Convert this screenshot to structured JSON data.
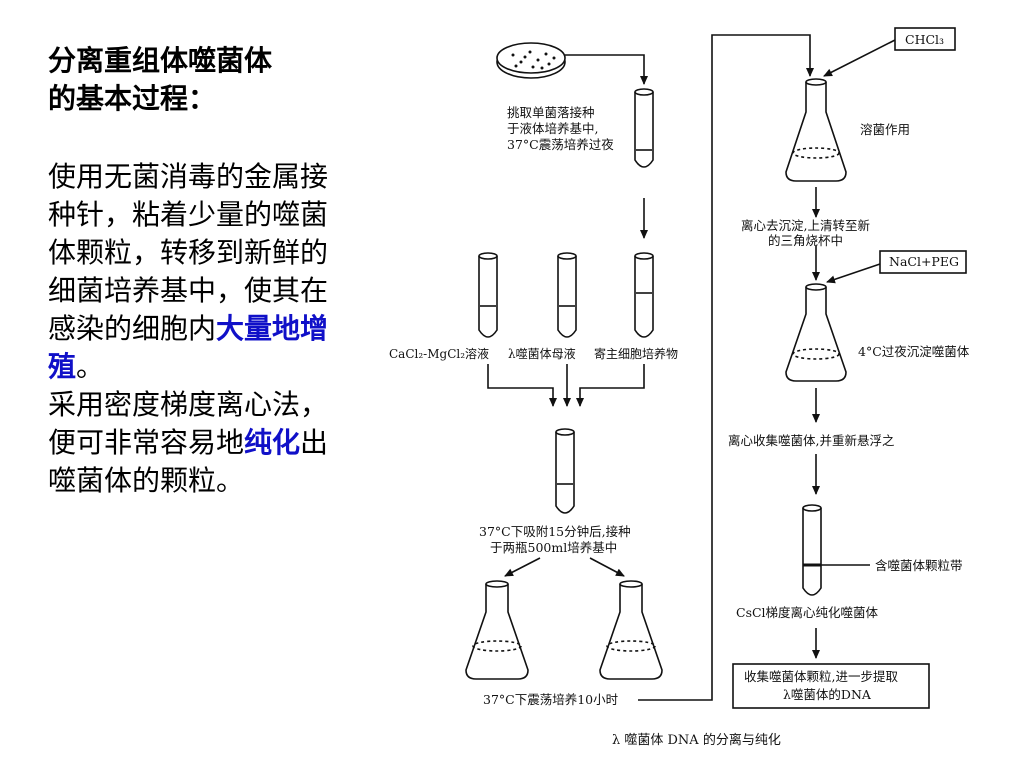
{
  "left": {
    "title_line1": "分离重组体噬菌体",
    "title_line2": "的基本过程：",
    "p1_a": "使用无菌消毒的金属接种针，粘着少量的噬菌体颗粒，转移到新鲜的细菌培养基中，使其在感染的细胞内",
    "p1_hl": "大量地增殖",
    "p1_b": "。",
    "p2_a": "采用密度梯度离心法，便可非常容易地",
    "p2_hl": "纯化",
    "p2_b": "出噬菌体的颗粒。"
  },
  "diagram": {
    "step_pick": [
      "挑取单菌落接种",
      "于液体培养基中,",
      "37°C震荡培养过夜"
    ],
    "tube_labels": [
      "CaCl₂-MgCl₂溶液",
      "λ噬菌体母液",
      "寄主细胞培养物"
    ],
    "step_adsorb": [
      "37°C下吸附15分钟后,接种",
      "于两瓶500ml培养基中"
    ],
    "step_shake": "37°C下震荡培养10小时",
    "reagent1": "CHCl₃",
    "step_lysis": "溶菌作用",
    "step_centrifuge": [
      "离心去沉淀,上清转至新",
      "的三角烧杯中"
    ],
    "reagent2": "NaCl+PEG",
    "step_precip": "4°C过夜沉淀噬菌体",
    "step_collect": "离心收集噬菌体,并重新悬浮之",
    "band_label": "含噬菌体颗粒带",
    "step_cscl": "CsCl梯度离心纯化噬菌体",
    "final_box": [
      "收集噬菌体颗粒,进一步提取",
      "λ噬菌体的DNA"
    ],
    "caption": "λ 噬菌体 DNA 的分离与纯化"
  }
}
